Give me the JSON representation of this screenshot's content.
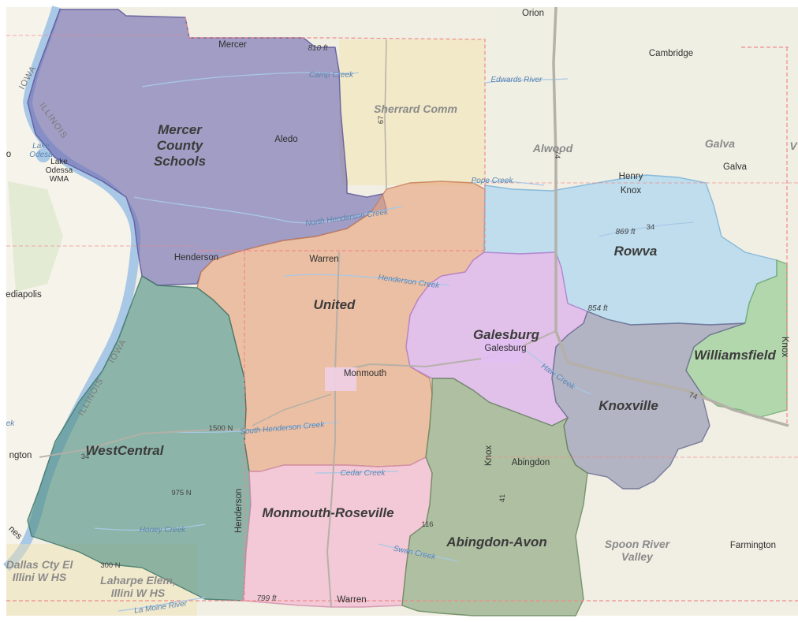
{
  "colors": {
    "base": "#f1efe4",
    "river": "#a9c8e6",
    "county_line": "#f08a8a",
    "mercer": "#6f6ab0",
    "united": "#e7a27b",
    "rowva": "#9fd2f2",
    "galesburg": "#d6a4ee",
    "westcentral": "#4f8f82",
    "williamsfield": "#8dc88b",
    "knoxville": "#8a8eae",
    "monmouth_roseville": "#f4b2cf",
    "abingdon_avon": "#85a377",
    "sherrard": "#f2e3b0"
  },
  "districts": {
    "mercer": "Mercer\nCounty\nSchools",
    "united": "United",
    "rowva": "Rowva",
    "galesburg": "Galesburg",
    "westcentral": "WestCentral",
    "williamsfield": "Williamsfield",
    "knoxville": "Knoxville",
    "monmouth_roseville": "Monmouth-Roseville",
    "abingdon_avon": "Abingdon-Avon",
    "sherrard": "Sherrard Comm",
    "alwood": "Alwood",
    "galva": "Galva",
    "spoon_river": "Spoon River\nValley",
    "laharpe": "Laharpe Elem,\nIllini W HS",
    "dallas": "Dallas Cty El\nIllini W HS"
  },
  "places": {
    "orion": "Orion",
    "cambridge": "Cambridge",
    "mercer": "Mercer",
    "aledo": "Aledo",
    "henry": "Henry",
    "knox_top": "Knox",
    "galva_town": "Galva",
    "henderson": "Henderson",
    "warren_top": "Warren",
    "galesburg_town": "Galesburg",
    "monmouth": "Monmouth",
    "abingdon": "Abingdon",
    "knox_mid": "Knox",
    "henderson_vert": "Henderson",
    "warren_bottom": "Warren",
    "farmington": "Farmington",
    "diapolis": "ediapolis",
    "ington": "ngton",
    "knox_right": "Knox",
    "lake_odesa": "Lake\nOdesa",
    "lake_odesa_wma": "Lake\nOdessa\nWMA",
    "iowa_top": "IOWA",
    "illinois_top": "ILLINOIS",
    "iowa_mid": "IOWA",
    "illinois_mid": "ILLINOIS",
    "nes": "nes",
    "ek": "ek",
    "v": "V",
    "o_left": "o"
  },
  "water": {
    "camp_creek": "Camp Creek",
    "edwards_river": "Edwards River",
    "pope_creek": "Pope Creek",
    "north_henderson_creek": "North Henderson Creek",
    "henderson_creek": "Henderson Creek",
    "haw_creek": "Haw Creek",
    "south_henderson_creek": "South Henderson Creek",
    "cedar_creek": "Cedar Creek",
    "honey_creek": "Honey Creek",
    "swan_creek": "Swan Creek",
    "la_moine_river": "La Moine River"
  },
  "elevations": {
    "e810": "810 ft",
    "e869": "869 ft",
    "e854": "854 ft",
    "e799": "799 ft"
  },
  "roads": {
    "r67": "67",
    "r74_top": "74",
    "r34_top": "34",
    "r74": "74",
    "r1500n": "1500 N",
    "r34_left": "34",
    "r975n": "975 N",
    "r41": "41",
    "r116": "116",
    "r300n": "300 N"
  }
}
